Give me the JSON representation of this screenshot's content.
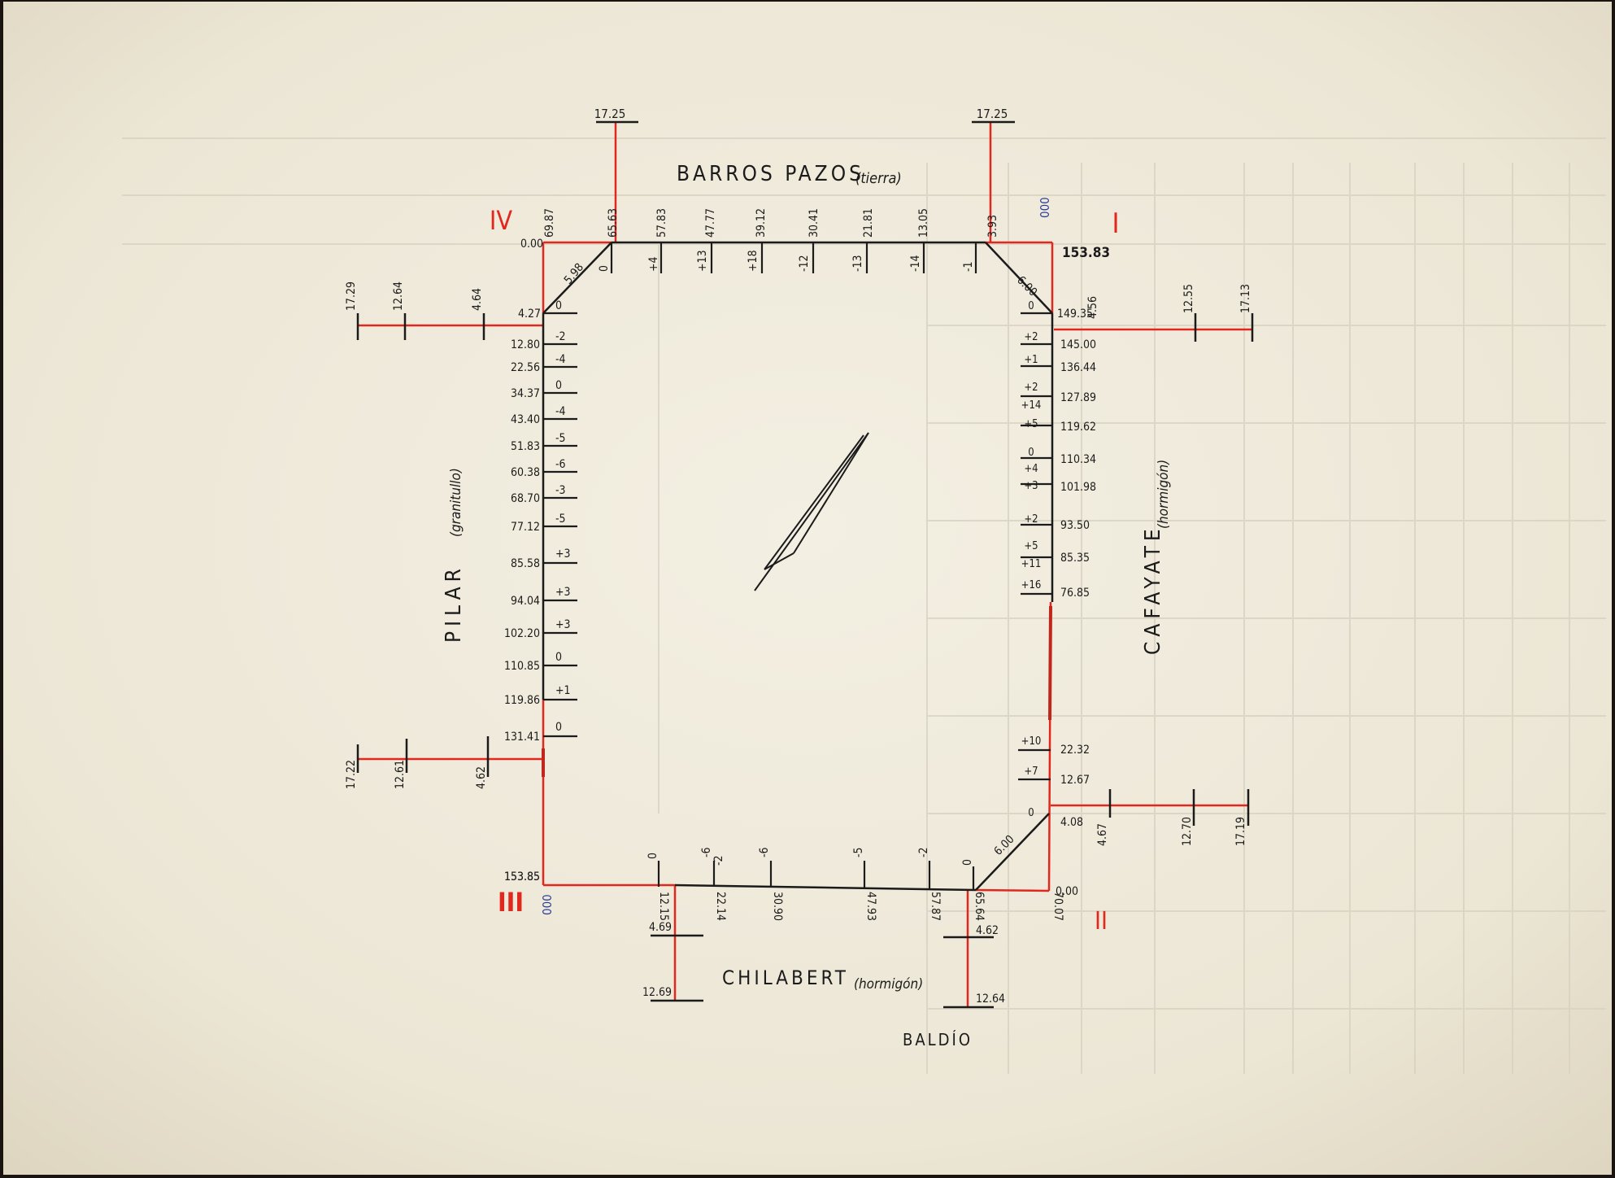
{
  "streets": {
    "north": "BARROS PAZOS",
    "north_surface": "(tierra)",
    "south": "CHILABERT",
    "south_surface": "(hormigón)",
    "west": "PILAR",
    "west_surface": "(granitullo)",
    "east": "CAFAYATE",
    "east_surface": "(hormigón)",
    "below": "BALDÍO"
  },
  "corners": {
    "I": "I",
    "II": "II",
    "III": "III",
    "IV": "IV",
    "zero_ne": "000",
    "zero_sw": "000"
  },
  "north_side": {
    "left_end": "0.00",
    "right_end": "153.83",
    "chamfer_left": "5.98",
    "chamfer_right": "6.00",
    "top_labels": [
      "69.87",
      "65.63",
      "57.83",
      "47.77",
      "39.12",
      "30.41",
      "21.81",
      "13.05",
      "3.93"
    ],
    "marks": [
      "0",
      "+4",
      "+13",
      "+18",
      "-12",
      "-13",
      "-14",
      "-1"
    ],
    "left_line_label": "17.25",
    "right_line_label": "17.25"
  },
  "west_side": {
    "top_value": "4.27",
    "distances": [
      "12.80",
      "22.56",
      "34.37",
      "43.40",
      "51.83",
      "60.38",
      "68.70",
      "77.12",
      "85.58",
      "94.04",
      "102.20",
      "110.85",
      "119.86",
      "131.41"
    ],
    "marks": [
      "0",
      "-2",
      "-4",
      "0",
      "-4",
      "-5",
      "-6",
      "-3",
      "-5",
      "+3",
      "+3",
      "+3",
      "0",
      "+1",
      "0"
    ],
    "bottom_value": "153.85",
    "upper_line": [
      "17.29",
      "12.64",
      "4.64"
    ],
    "lower_line": [
      "17.22",
      "12.61",
      "4.62"
    ]
  },
  "east_side": {
    "top_value": "149.35",
    "top_line_first": "4.56",
    "distances": [
      "145.00",
      "136.44",
      "127.89",
      "119.62",
      "110.34",
      "101.98",
      "93.50",
      "85.35",
      "76.85",
      "22.32",
      "12.67",
      "4.08"
    ],
    "marks": [
      "0",
      "+2",
      "+1",
      "+2",
      "+14",
      "+5",
      "0",
      "+4",
      "+3",
      "+2",
      "+5",
      "+11",
      "+16",
      "+10",
      "+7",
      "0"
    ],
    "bottom_value": "0.00",
    "upper_line": [
      "12.55",
      "17.13"
    ],
    "lower_line": [
      "4.67",
      "12.70",
      "17.19"
    ]
  },
  "south_side": {
    "left_value": "153.85",
    "labels": [
      "12.15",
      "22.14",
      "30.90",
      "47.93",
      "57.87",
      "65.64",
      "70.07"
    ],
    "marks": [
      "0",
      "-6",
      "-2",
      "-6",
      "-5",
      "-2",
      "0"
    ],
    "chamfer": "6.00",
    "left_line": [
      "4.69",
      "12.69"
    ],
    "right_line": [
      "4.62",
      "12.64"
    ]
  },
  "colors": {
    "paper": "#efeadb",
    "ink": "#1b1b1b",
    "red": "#e0281e",
    "blue": "#2b3d9a"
  }
}
